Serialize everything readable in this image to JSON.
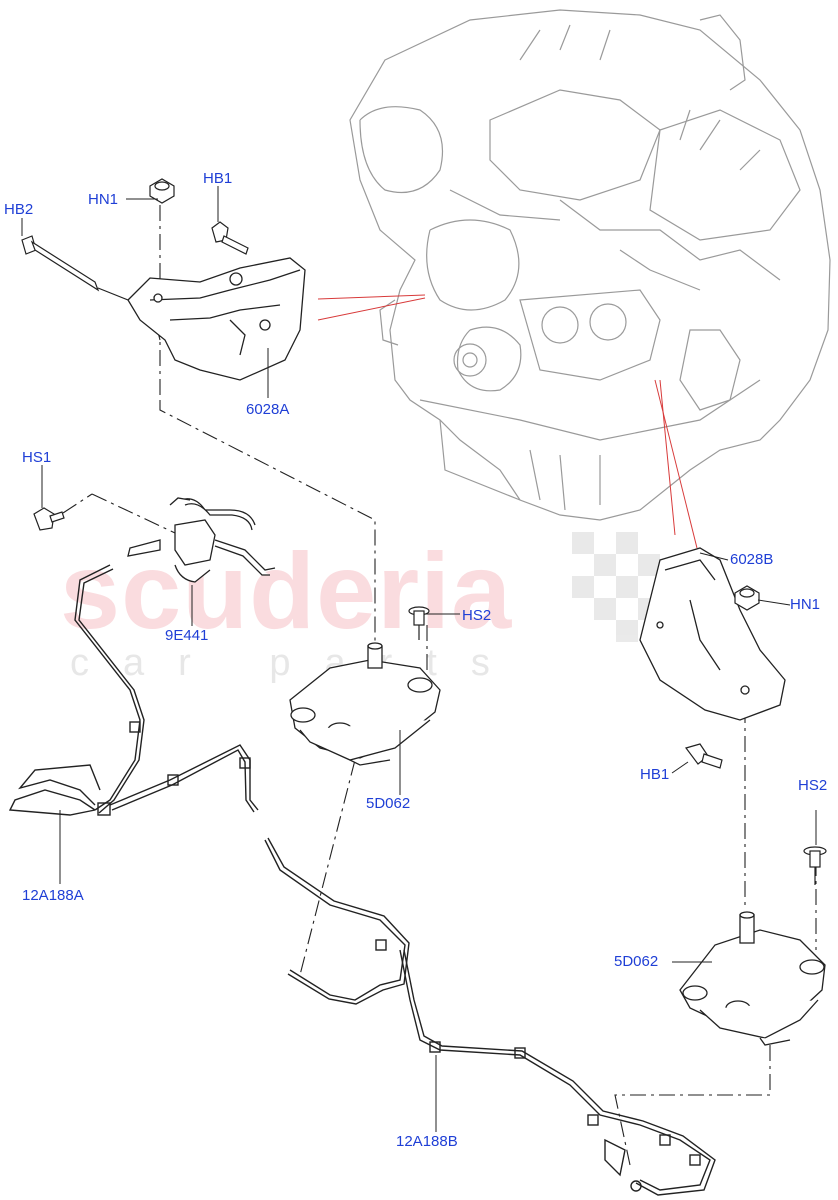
{
  "colors": {
    "callout_text": "#1f3fd6",
    "line": "#222222",
    "engine_line": "#9a9a9a",
    "guide_red": "#d83a3a",
    "watermark_red": "#f3a1aa"
  },
  "watermark": {
    "main": "scuderia",
    "sub": "car parts"
  },
  "callouts": {
    "hb2_top": "HB2",
    "hn1_top": "HN1",
    "hb1_top": "HB1",
    "p6028a": "6028A",
    "hs1": "HS1",
    "p9e441": "9E441",
    "hs2_mid": "HS2",
    "p5d062_left": "5D062",
    "p12a188a": "12A188A",
    "p12a188b": "12A188B",
    "p6028b": "6028B",
    "hn1_right": "HN1",
    "hb1_right": "HB1",
    "hs2_right": "HS2",
    "p5d062_right": "5D062"
  }
}
